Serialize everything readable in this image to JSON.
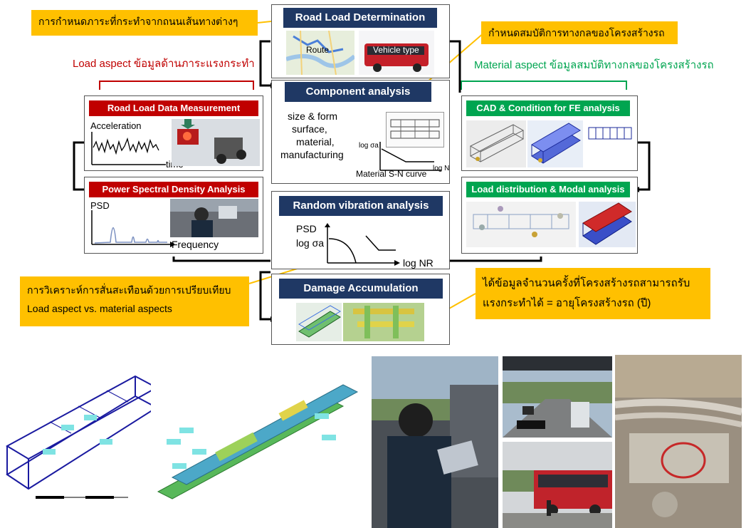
{
  "callouts": {
    "road_load_th": "การกำหนดภาระที่กระทำจากถนนเส้นทางต่างๆ",
    "structure_props_th": "กำหนดสมบัติการทางกลของโครงสร้างรถ",
    "random_vib_th": "การวิเคราะห์การสั่นสะเทือนด้วยการเปรียบเทียบ",
    "random_vib_en": "Load aspect vs. material aspects",
    "life_th_1": "ได้ข้อมูลจำนวนครั้งที่โครงสร้างรถสามารถรับ",
    "life_th_2": "แรงกระทำได้ = อายุโครงสร้างรถ (ปี)"
  },
  "aspects": {
    "load": "Load aspect ข้อมูลด้านภาระแรงกระทำ",
    "material": "Material aspect ข้อมูลสมบัติทางกลของโครงสร้างรถ"
  },
  "road_load": {
    "title": "Road Load Determination",
    "route_label": "Route",
    "vehicle_label": "Vehicle type"
  },
  "component": {
    "title": "Component analysis",
    "desc_1": "size & form",
    "desc_2": "surface,",
    "desc_3": "material,",
    "desc_4": "manufacturing",
    "sn_caption": "Material S-N curve",
    "sn_ylabel": "log σa",
    "sn_xlabel": "log N"
  },
  "measurement": {
    "title": "Road Load Data Measurement",
    "ylabel": "Acceleration",
    "xlabel": "time"
  },
  "psd": {
    "title": "Power Spectral Density Analysis",
    "ylabel": "PSD",
    "xlabel": "Frequency"
  },
  "random": {
    "title": "Random vibration analysis",
    "ylabel_1": "PSD",
    "ylabel_2": "log σa",
    "xlabel": "log NR"
  },
  "cad": {
    "title": "CAD & Condition for FE analysis"
  },
  "modal": {
    "title": "Load distribution & Modal analysis"
  },
  "damage": {
    "title": "Damage Accumulation"
  },
  "colors": {
    "navy": "#1f3864",
    "red": "#c00000",
    "green": "#00a550",
    "callout": "#ffc000"
  }
}
